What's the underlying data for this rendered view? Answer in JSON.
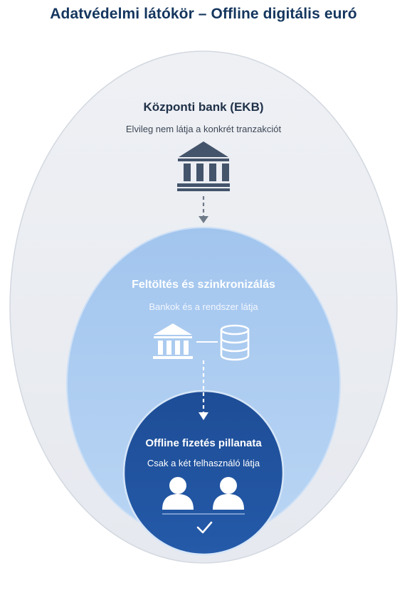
{
  "title": "Adatvédelmi látókör – Offline digitális euró",
  "colors": {
    "title": "#14365e",
    "outer_circle": "#e9ecf1",
    "middle_circle": "#a9cbf1",
    "inner_circle": "#1f4f9a",
    "icon_dark": "#3f5068"
  },
  "circles": {
    "outer": {
      "title": "Központi bank (EKB)",
      "subtitle": "Elvileg nem látja a konkrét tranzakciót",
      "icon": "bank-icon"
    },
    "middle": {
      "title": "Feltöltés és szinkronizálás",
      "subtitle": "Bankok és a rendszer látja",
      "icons": [
        "bank-icon",
        "database-icon"
      ]
    },
    "inner": {
      "title": "Offline fizetés pillanata",
      "subtitle": "Csak a két felhasználó látja",
      "icons": [
        "user-icon",
        "user-icon",
        "checkmark-icon"
      ]
    }
  }
}
